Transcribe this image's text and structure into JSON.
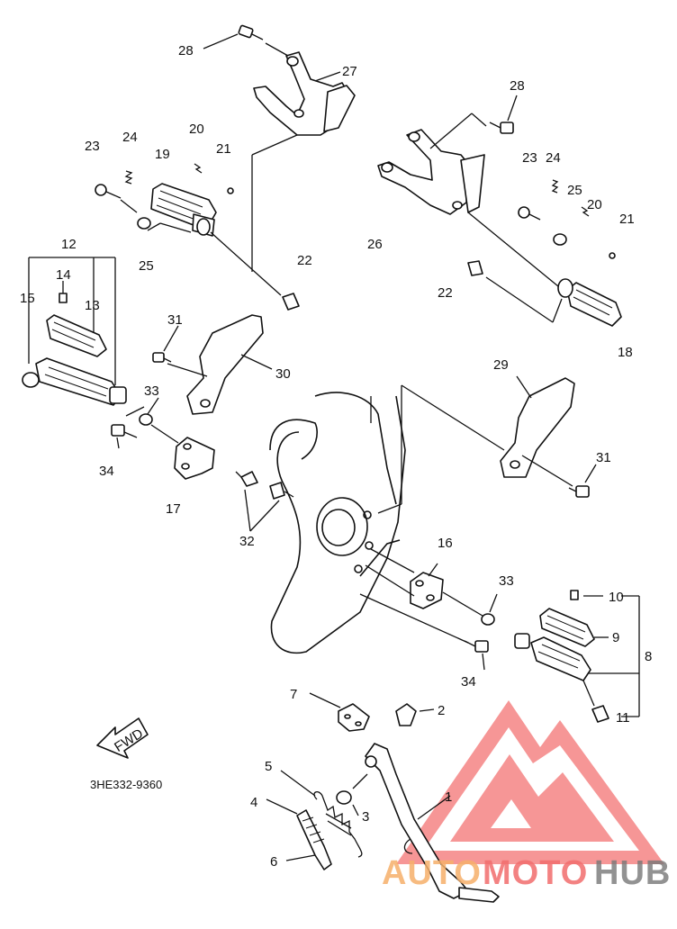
{
  "diagram": {
    "code": "3HE332-9360",
    "fwd_label": "FWD",
    "labels": {
      "l1": "1",
      "l2": "2",
      "l3": "3",
      "l4": "4",
      "l5": "5",
      "l6": "6",
      "l7": "7",
      "l8": "8",
      "l9": "9",
      "l10": "10",
      "l11": "11",
      "l12": "12",
      "l13": "13",
      "l14": "14",
      "l15": "15",
      "l16": "16",
      "l17": "17",
      "l18": "18",
      "l19": "19",
      "l20a": "20",
      "l20b": "20",
      "l21a": "21",
      "l21b": "21",
      "l22a": "22",
      "l22b": "22",
      "l23a": "23",
      "l23b": "23",
      "l24a": "24",
      "l24b": "24",
      "l25a": "25",
      "l25b": "25",
      "l26": "26",
      "l27": "27",
      "l28a": "28",
      "l28b": "28",
      "l29": "29",
      "l30": "30",
      "l31a": "31",
      "l31b": "31",
      "l32": "32",
      "l33a": "33",
      "l33b": "33",
      "l34a": "34",
      "l34b": "34"
    }
  },
  "watermark": {
    "part1": "AUTO",
    "part2": "MOTO",
    "part3": "HUB",
    "color_red": "#f26d6d",
    "color_orange": "#f6b06b",
    "color_gray": "#777777"
  }
}
